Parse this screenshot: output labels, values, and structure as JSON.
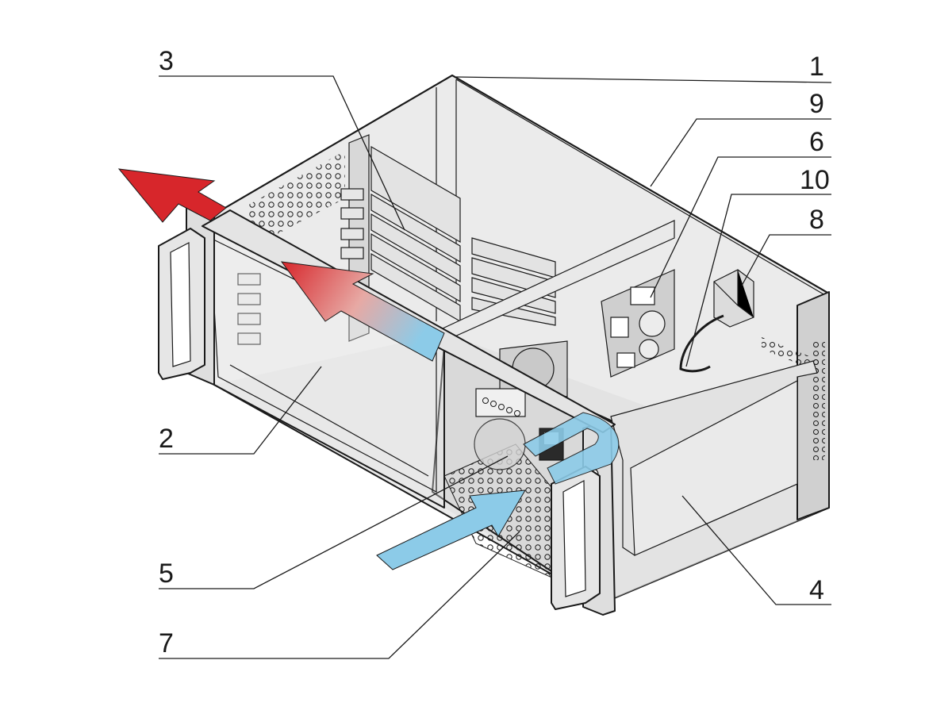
{
  "colors": {
    "housing_fill": "#e8e8e8",
    "panel_fill": "#d6d6d6",
    "outline": "#1a1a1a",
    "hot_air": "#d7262b",
    "cool_air": "#8ccbe8"
  },
  "callouts": [
    {
      "id": "1",
      "label": "1"
    },
    {
      "id": "2",
      "label": "2"
    },
    {
      "id": "3",
      "label": "3"
    },
    {
      "id": "4",
      "label": "4"
    },
    {
      "id": "5",
      "label": "5"
    },
    {
      "id": "6",
      "label": "6"
    },
    {
      "id": "7",
      "label": "7"
    },
    {
      "id": "8",
      "label": "8"
    },
    {
      "id": "9",
      "label": "9"
    },
    {
      "id": "10",
      "label": "10"
    }
  ],
  "icons": {
    "hot_airflow": "hot-airflow-arrow-icon",
    "cool_airflow": "cool-airflow-arrow-icon"
  }
}
